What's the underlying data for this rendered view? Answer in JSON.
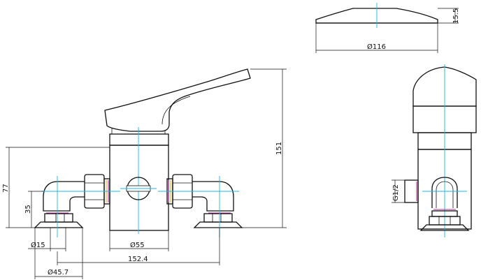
{
  "dimensions": {
    "cap_height": "15.5",
    "cap_diameter": "Ø116",
    "total_height": "151",
    "height_77": "77",
    "height_35": "35",
    "pipe_diameter": "Ø15",
    "body_diameter": "Ø55",
    "center_distance": "152.4",
    "flange_diameter": "Ø45.7",
    "thread": "G1/2"
  },
  "colors": {
    "centerline": "#19b8e8",
    "seal": "#b0309a",
    "nut_ring": "#d8b81c",
    "line": "#111111"
  }
}
